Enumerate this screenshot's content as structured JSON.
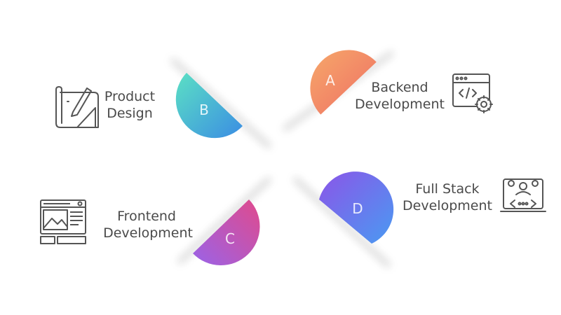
{
  "items": [
    {
      "letter": "A",
      "line1": "Backend",
      "line2": "Development",
      "icon": "code-settings-icon",
      "color_from": "#f6a86a",
      "color_to": "#ef6e64"
    },
    {
      "letter": "B",
      "line1": "Product",
      "line2": "Design",
      "icon": "blueprint-icon",
      "color_from": "#5be0c4",
      "color_to": "#3b8de3"
    },
    {
      "letter": "C",
      "line1": "Frontend",
      "line2": "Development",
      "icon": "web-layout-icon",
      "color_from": "#e04a8c",
      "color_to": "#9a63e8"
    },
    {
      "letter": "D",
      "line1": "Full Stack",
      "line2": "Development",
      "icon": "developer-icon",
      "color_from": "#8b55e8",
      "color_to": "#4a9af2"
    }
  ]
}
